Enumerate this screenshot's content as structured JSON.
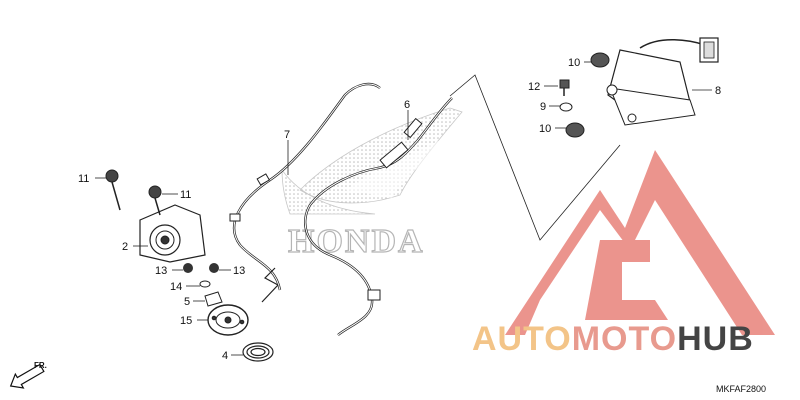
{
  "diagram": {
    "part_callouts": [
      {
        "id": "c11a",
        "label": "11"
      },
      {
        "id": "c11b",
        "label": "11"
      },
      {
        "id": "c2",
        "label": "2"
      },
      {
        "id": "c13a",
        "label": "13"
      },
      {
        "id": "c13b",
        "label": "13"
      },
      {
        "id": "c14",
        "label": "14"
      },
      {
        "id": "c5",
        "label": "5"
      },
      {
        "id": "c15",
        "label": "15"
      },
      {
        "id": "c4",
        "label": "4"
      },
      {
        "id": "c7",
        "label": "7"
      },
      {
        "id": "c6",
        "label": "6"
      },
      {
        "id": "c10a",
        "label": "10"
      },
      {
        "id": "c12",
        "label": "12"
      },
      {
        "id": "c9",
        "label": "9"
      },
      {
        "id": "c10b",
        "label": "10"
      },
      {
        "id": "c8",
        "label": "8"
      }
    ],
    "direction_label": "FR.",
    "diagram_code": "MKFAF2800",
    "background_logo": "HONDA"
  },
  "watermark": {
    "part1": "AUTO",
    "part2": "MOTO",
    "part3": "HUB",
    "colors": {
      "auto": "#f3c488",
      "moto": "#e89a8e",
      "hub": "#444444",
      "triangle": "#e8827a"
    }
  },
  "icons": [
    "honda-wing-logo",
    "direction-arrow-icon",
    "automotohub-triangle-logo"
  ]
}
